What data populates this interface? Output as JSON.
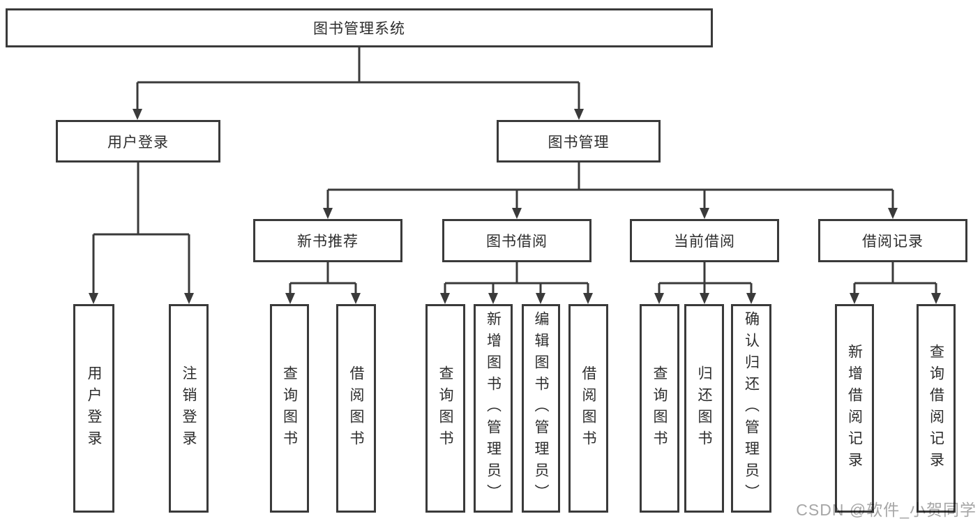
{
  "tree": {
    "label": "图书管理系统",
    "children": [
      {
        "label": "用户登录",
        "children": [
          {
            "label": "用户登录"
          },
          {
            "label": "注销登录"
          }
        ]
      },
      {
        "label": "图书管理",
        "children": [
          {
            "label": "新书推荐",
            "children": [
              {
                "label": "查询图书"
              },
              {
                "label": "借阅图书"
              }
            ]
          },
          {
            "label": "图书借阅",
            "children": [
              {
                "label": "查询图书"
              },
              {
                "label": "新增图书（管理员）"
              },
              {
                "label": "编辑图书（管理员）"
              },
              {
                "label": "借阅图书"
              }
            ]
          },
          {
            "label": "当前借阅",
            "children": [
              {
                "label": "查询图书"
              },
              {
                "label": "归还图书"
              },
              {
                "label": "确认归还（管理员）"
              }
            ]
          },
          {
            "label": "借阅记录",
            "children": [
              {
                "label": "新增借阅记录"
              },
              {
                "label": "查询借阅记录"
              }
            ]
          }
        ]
      }
    ]
  },
  "watermark": {
    "text": "CSDN @软件_小贺同学"
  },
  "colors": {
    "line": "#3a3a3a",
    "box_background": "#ffffff",
    "text": "#2d2d2d",
    "watermark": "#a6a6a6"
  }
}
